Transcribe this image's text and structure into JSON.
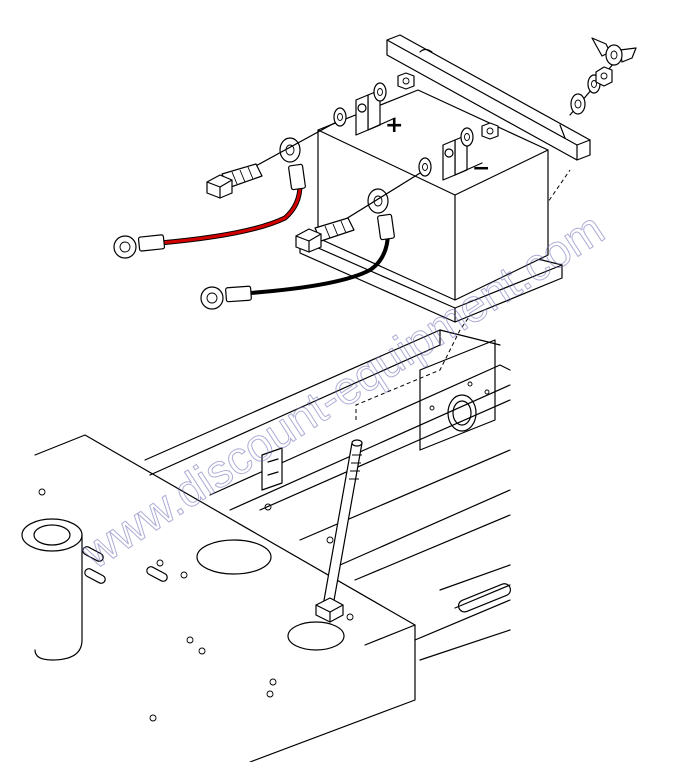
{
  "diagram": {
    "terminal_positive_symbol": "+",
    "terminal_negative_symbol": "−",
    "watermark_text": "www.discount-equipment.com"
  },
  "colors": {
    "positive_cable": "#d40000",
    "negative_cable": "#000000",
    "watermark": "#6a6ab4"
  },
  "icons": [
    "battery",
    "hold-down-bracket",
    "wing-nut",
    "lock-washer",
    "flat-washer",
    "hex-nut",
    "bolt",
    "ring-terminal",
    "j-bolt",
    "chassis-frame"
  ]
}
